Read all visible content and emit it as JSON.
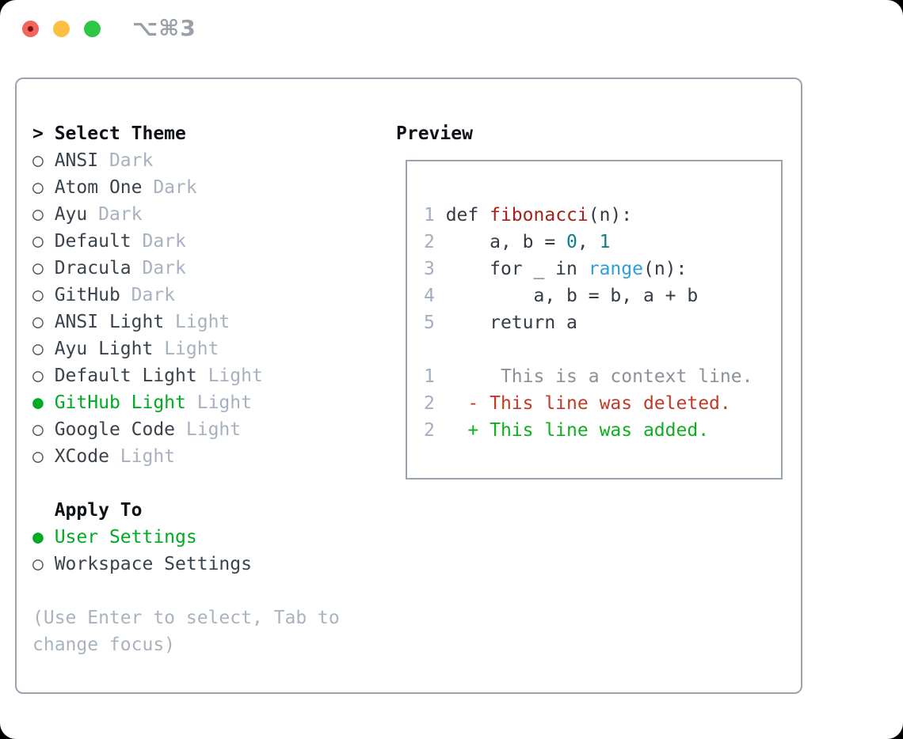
{
  "titlebar": {
    "title": "⌥⌘3",
    "traffic_lights": [
      "close",
      "minimize",
      "zoom"
    ]
  },
  "theme_picker": {
    "prompt": "> ",
    "header": "Select Theme",
    "themes": [
      {
        "name": "ANSI",
        "tag": "Dark",
        "selected": false
      },
      {
        "name": "Atom One",
        "tag": "Dark",
        "selected": false
      },
      {
        "name": "Ayu",
        "tag": "Dark",
        "selected": false
      },
      {
        "name": "Default",
        "tag": "Dark",
        "selected": false
      },
      {
        "name": "Dracula",
        "tag": "Dark",
        "selected": false
      },
      {
        "name": "GitHub",
        "tag": "Dark",
        "selected": false
      },
      {
        "name": "ANSI Light",
        "tag": "Light",
        "selected": false
      },
      {
        "name": "Ayu Light",
        "tag": "Light",
        "selected": false
      },
      {
        "name": "Default Light",
        "tag": "Light",
        "selected": false
      },
      {
        "name": "GitHub Light",
        "tag": "Light",
        "selected": true
      },
      {
        "name": "Google Code",
        "tag": "Light",
        "selected": false
      },
      {
        "name": "XCode",
        "tag": "Light",
        "selected": false
      }
    ],
    "apply_to": {
      "header": "Apply To",
      "options": [
        {
          "name": "User Settings",
          "selected": true
        },
        {
          "name": "Workspace Settings",
          "selected": false
        }
      ]
    },
    "hint_lines": [
      "(Use Enter to select, Tab to",
      "change focus)"
    ]
  },
  "preview": {
    "title": "Preview",
    "code_lines": [
      [
        [
          "ln",
          "1"
        ],
        [
          "t",
          " def "
        ],
        [
          "fn",
          "fibonacci"
        ],
        [
          "t",
          "(n):"
        ]
      ],
      [
        [
          "ln",
          "2"
        ],
        [
          "t",
          "     a, b = "
        ],
        [
          "num",
          "0"
        ],
        [
          "t",
          ", "
        ],
        [
          "num",
          "1"
        ]
      ],
      [
        [
          "ln",
          "3"
        ],
        [
          "t",
          "     for _ in "
        ],
        [
          "bi",
          "range"
        ],
        [
          "t",
          "(n):"
        ]
      ],
      [
        [
          "ln",
          "4"
        ],
        [
          "t",
          "         a, b = b, a + b"
        ]
      ],
      [
        [
          "ln",
          "5"
        ],
        [
          "t",
          "     return a"
        ]
      ],
      [],
      [
        [
          "ln",
          "1"
        ],
        [
          "ctx",
          "      This is a context line."
        ]
      ],
      [
        [
          "ln",
          "2"
        ],
        [
          "del",
          "   - This line was deleted."
        ]
      ],
      [
        [
          "ln",
          "2"
        ],
        [
          "add",
          "   + This line was added."
        ]
      ]
    ],
    "radio_selected_glyph": "●",
    "radio_unselected_glyph": "○"
  },
  "colors": {
    "selection_green": "#00ab22",
    "added_green": "#0eb01f",
    "deleted_red": "#c13a28",
    "function_red": "#a82019",
    "number_teal": "#0c7f85",
    "builtin_blue": "#2d9fd8",
    "context_gray": "#8b9199",
    "line_number_gray": "#a3aec2",
    "tag_gray": "#a7b1c0",
    "hint_gray": "#a9b3bf",
    "border_gray": "#9aa3ae",
    "text_dark": "#3a424c",
    "traffic_red": "#f1655c",
    "traffic_yellow": "#fcbf42",
    "traffic_green": "#2ec643"
  }
}
